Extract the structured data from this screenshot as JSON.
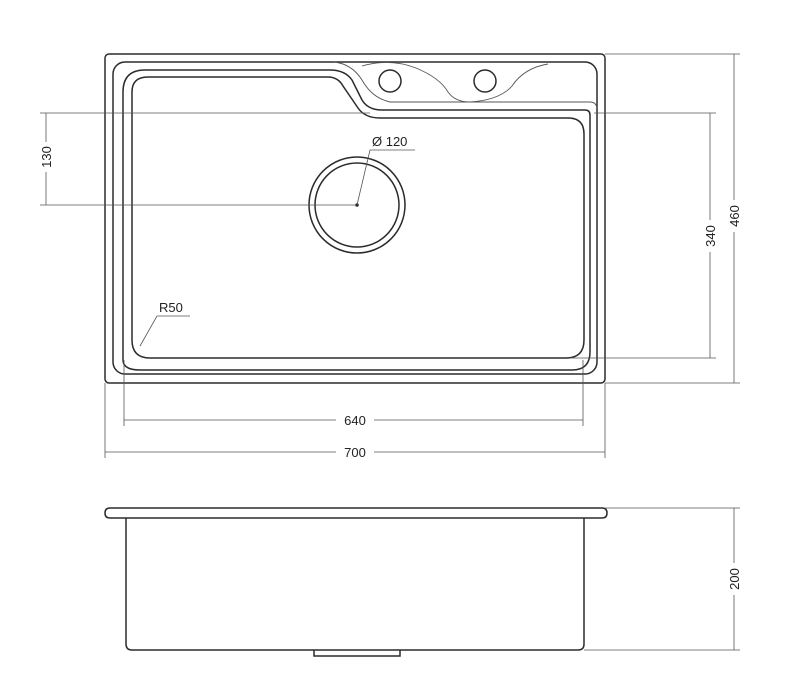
{
  "top_view": {
    "dim_overall_width": "700",
    "dim_bowl_width": "640",
    "dim_overall_depth": "460",
    "dim_bowl_depth": "340",
    "dim_drain_offset": "130",
    "drain_diameter": "Ø 120",
    "corner_radius": "R50"
  },
  "side_view": {
    "dim_height": "200"
  },
  "colors": {
    "line": "#2b2b2b",
    "background": "#ffffff"
  }
}
